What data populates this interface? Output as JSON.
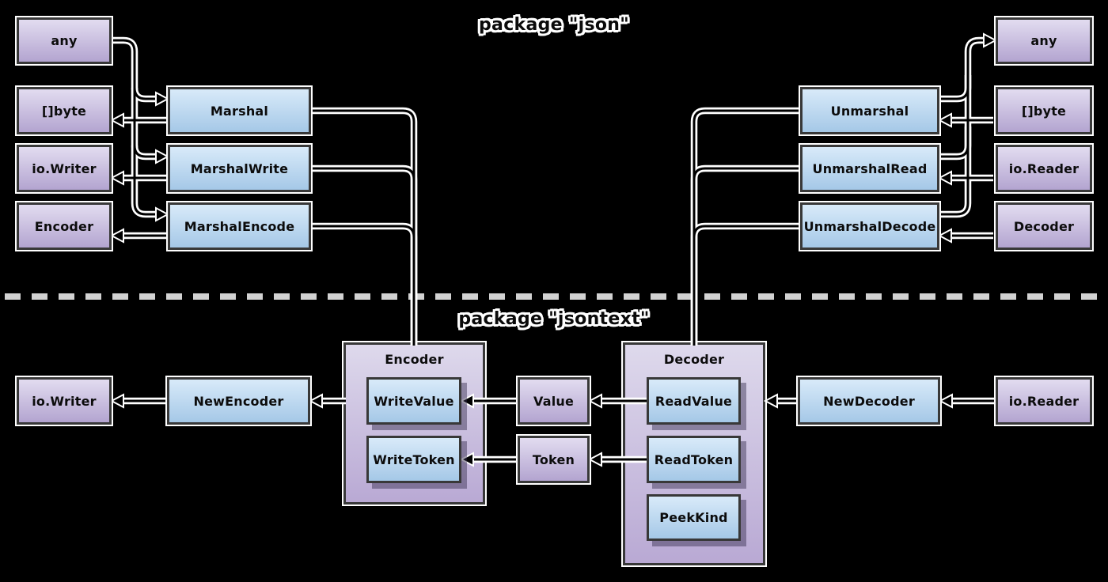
{
  "diagram": {
    "titles": {
      "json": "package \"json\"",
      "jsontext": "package \"jsontext\""
    },
    "colors": {
      "background": "#000000",
      "purple_top": "#e2dcf0",
      "purple_bottom": "#b3a4d0",
      "blue_top": "#d8eaf9",
      "blue_bottom": "#a5c8e7",
      "container_top": "#ded9ec",
      "container_bottom": "#b9a9d4",
      "box_border": "#383838",
      "box_outline": "#ffffff",
      "line_core": "#000000",
      "line_casing": "#ffffff",
      "arrow_fill": "#000000",
      "arrow_stroke": "#ffffff",
      "divider": "#d2d2d2",
      "label_text": "#0c0c0c"
    },
    "nodes": [
      {
        "id": "any-left",
        "label": "any",
        "kind": "purple"
      },
      {
        "id": "byte-left",
        "label": "[]byte",
        "kind": "purple"
      },
      {
        "id": "iowriter-left",
        "label": "io.Writer",
        "kind": "purple"
      },
      {
        "id": "encoder-left",
        "label": "Encoder",
        "kind": "purple"
      },
      {
        "id": "marshal",
        "label": "Marshal",
        "kind": "blue"
      },
      {
        "id": "marshalwrite",
        "label": "MarshalWrite",
        "kind": "blue"
      },
      {
        "id": "marshalencode",
        "label": "MarshalEncode",
        "kind": "blue"
      },
      {
        "id": "unmarshal",
        "label": "Unmarshal",
        "kind": "blue"
      },
      {
        "id": "unmarshalread",
        "label": "UnmarshalRead",
        "kind": "blue"
      },
      {
        "id": "unmarshaldecode",
        "label": "UnmarshalDecode",
        "kind": "blue"
      },
      {
        "id": "any-right",
        "label": "any",
        "kind": "purple"
      },
      {
        "id": "byte-right",
        "label": "[]byte",
        "kind": "purple"
      },
      {
        "id": "ioreader-right",
        "label": "io.Reader",
        "kind": "purple"
      },
      {
        "id": "decoder-right",
        "label": "Decoder",
        "kind": "purple"
      },
      {
        "id": "iowriter-bottom",
        "label": "io.Writer",
        "kind": "purple"
      },
      {
        "id": "newencoder",
        "label": "NewEncoder",
        "kind": "blue"
      },
      {
        "id": "encoder-container",
        "label": "Encoder",
        "kind": "container"
      },
      {
        "id": "writevalue",
        "label": "WriteValue",
        "kind": "inner"
      },
      {
        "id": "writetoken",
        "label": "WriteToken",
        "kind": "inner"
      },
      {
        "id": "value",
        "label": "Value",
        "kind": "purple"
      },
      {
        "id": "token",
        "label": "Token",
        "kind": "purple"
      },
      {
        "id": "decoder-container",
        "label": "Decoder",
        "kind": "container"
      },
      {
        "id": "readvalue",
        "label": "ReadValue",
        "kind": "inner"
      },
      {
        "id": "readtoken",
        "label": "ReadToken",
        "kind": "inner"
      },
      {
        "id": "peekkind",
        "label": "PeekKind",
        "kind": "inner"
      },
      {
        "id": "newdecoder",
        "label": "NewDecoder",
        "kind": "blue"
      },
      {
        "id": "ioreader-bottom",
        "label": "io.Reader",
        "kind": "purple"
      }
    ],
    "edges": [
      {
        "from": "any-left",
        "to": "marshal"
      },
      {
        "from": "any-left",
        "to": "marshalwrite"
      },
      {
        "from": "any-left",
        "to": "marshalencode"
      },
      {
        "from": "marshal",
        "to": "byte-left"
      },
      {
        "from": "marshalwrite",
        "to": "iowriter-left"
      },
      {
        "from": "marshalencode",
        "to": "encoder-left"
      },
      {
        "from": "marshal",
        "to": "encoder-container"
      },
      {
        "from": "marshalwrite",
        "to": "encoder-container"
      },
      {
        "from": "marshalencode",
        "to": "encoder-container"
      },
      {
        "from": "unmarshal",
        "to": "any-right"
      },
      {
        "from": "unmarshalread",
        "to": "any-right"
      },
      {
        "from": "unmarshaldecode",
        "to": "any-right"
      },
      {
        "from": "byte-right",
        "to": "unmarshal"
      },
      {
        "from": "ioreader-right",
        "to": "unmarshalread"
      },
      {
        "from": "decoder-right",
        "to": "unmarshaldecode"
      },
      {
        "from": "unmarshal",
        "to": "decoder-container"
      },
      {
        "from": "unmarshalread",
        "to": "decoder-container"
      },
      {
        "from": "unmarshaldecode",
        "to": "decoder-container"
      },
      {
        "from": "encoder-container",
        "to": "newencoder"
      },
      {
        "from": "newencoder",
        "to": "iowriter-bottom"
      },
      {
        "from": "value",
        "to": "writevalue"
      },
      {
        "from": "token",
        "to": "writetoken"
      },
      {
        "from": "readvalue",
        "to": "value"
      },
      {
        "from": "readtoken",
        "to": "token"
      },
      {
        "from": "newdecoder",
        "to": "decoder-container"
      },
      {
        "from": "ioreader-bottom",
        "to": "newdecoder"
      }
    ]
  }
}
